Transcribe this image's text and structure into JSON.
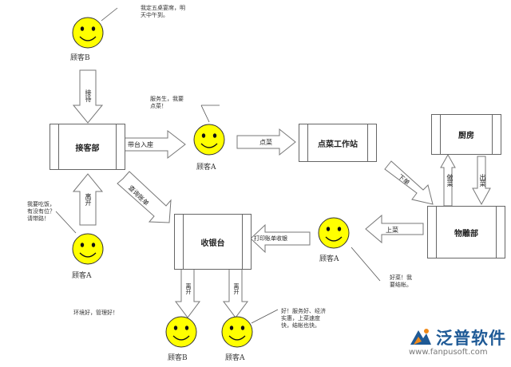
{
  "brand": {
    "name": "泛普软件",
    "url": "www.fanpusoft.com"
  },
  "nodes": {
    "reception": "接客部",
    "order_station": "点菜工作站",
    "kitchen": "厨房",
    "delivery": "物雕部",
    "cashier": "收银台"
  },
  "customers": {
    "top": "顾客B",
    "left": "顾客A",
    "center": "顾客A",
    "right": "顾客A",
    "bottom_left": "顾客B",
    "bottom_right": "顾客A"
  },
  "arrows": {
    "arrive": "接待",
    "leave": "离开",
    "seat": "带台入座",
    "order": "点菜",
    "bill_query": "查询账单",
    "fire": "下单",
    "cook": "出菜",
    "serve_up": "做菜",
    "serve": "上菜",
    "checkout": "打印账单收银",
    "exit_left": "离开",
    "exit_right": "离开"
  },
  "notes": {
    "booking": "我定五桌宴席，明天中午到。",
    "ask_order": "服务生，我要点菜！",
    "ask_table": "我要吃饭，有没有位？请带路！",
    "tasty": "好菜！我要结帐。",
    "welcome": "环境好，管理好！",
    "praise": "好！服务好、经济实惠，上菜速度快，结帐也快。"
  }
}
